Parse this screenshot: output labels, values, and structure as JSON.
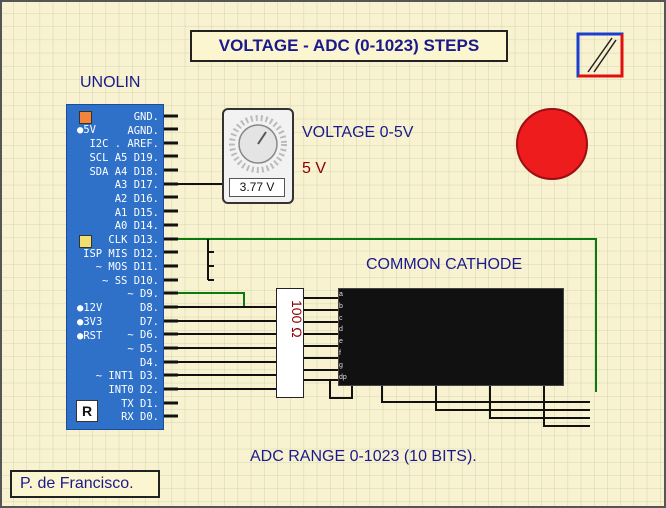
{
  "title": "VOLTAGE - ADC (0-1023) STEPS",
  "arduino": {
    "name": "UNOLIN",
    "right_pins": [
      "GND.",
      "AGND.",
      "I2C . AREF.",
      "SCL A5 D19.",
      "SDA A4 D18.",
      "A3 D17.",
      "A2 D16.",
      "A1 D15.",
      "A0 D14.",
      "CLK D13.",
      "ISP MIS D12.",
      "~ MOS D11.",
      "~ SS D10.",
      "~ D9.",
      "D8.",
      "D7.",
      "~ D6.",
      "~ D5.",
      "D4.",
      "~ INT1 D3.",
      "INT0 D2.",
      "TX D1.",
      "RX D0."
    ],
    "left_labels": [
      "5V",
      "12V",
      "3V3",
      "RST"
    ],
    "logo": "R"
  },
  "potentiometer": {
    "readout": "3.77 V",
    "label": "VOLTAGE 0-5V",
    "value": "5 V"
  },
  "resistor": {
    "label": "100 Ω"
  },
  "display": {
    "label": "COMMON CATHODE",
    "segment_pins": [
      "a",
      "b",
      "c",
      "d",
      "e",
      "f",
      "g",
      "dp"
    ]
  },
  "footer": {
    "adc_range": "ADC RANGE 0-1023 (10 BITS).",
    "author": "P. de Francisco."
  },
  "colors": {
    "grid_bg": "#fbf6d0",
    "board": "#2f70c8",
    "wire_green": "#0a7a0a",
    "segment_on": "#f5f500",
    "led": "#ee1c1c",
    "text_blue": "#1a1a8c",
    "text_red": "#8b0000"
  }
}
